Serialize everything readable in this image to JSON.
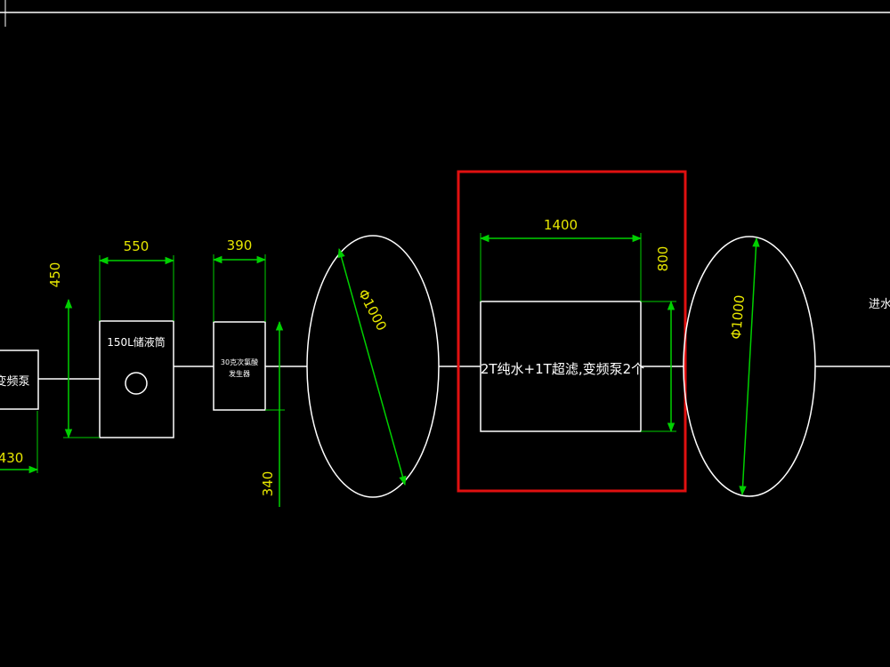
{
  "colors": {
    "background": "#000000",
    "outline": "#ffffff",
    "dimension_line": "#00d000",
    "dimension_text": "#e6e600",
    "highlight": "#e01010"
  },
  "pump_left": {
    "label": "变频泵"
  },
  "storage_tank": {
    "label": "150L储液筒"
  },
  "generator": {
    "label_line1": "30克次氯酸",
    "label_line2": "发生器"
  },
  "filter_unit": {
    "label": "2T纯水+1T超滤,变频泵2个"
  },
  "inlet": {
    "label": "进水"
  },
  "dimensions": {
    "pump_left_width": "430",
    "tank_width": "550",
    "tank_height": "450",
    "generator_width": "390",
    "generator_height": "340",
    "circle_left_diameter": "Φ1000",
    "filter_width": "1400",
    "filter_height": "800",
    "circle_right_diameter": "Φ1000"
  }
}
